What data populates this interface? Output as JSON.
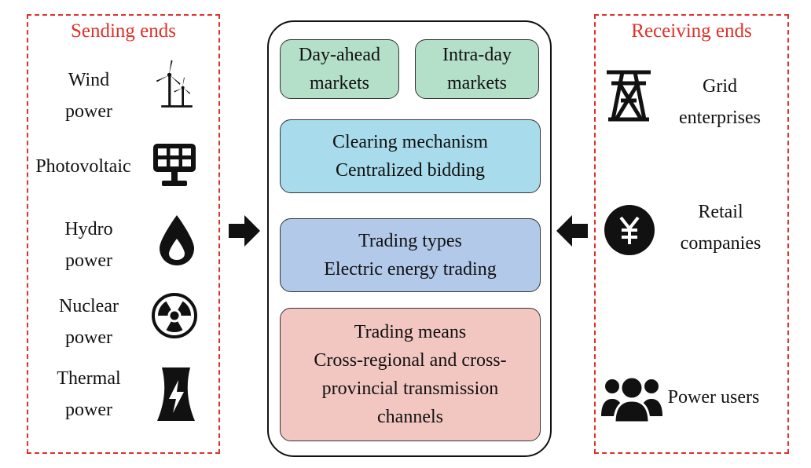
{
  "colors": {
    "dashed_border": "#e0302a",
    "title_red": "#e0302a",
    "markets_fill": "#b4dfc9",
    "clearing_fill": "#a8dcec",
    "types_fill": "#b2c9ea",
    "means_fill": "#f3c7c1",
    "icon": "#111111"
  },
  "sending": {
    "title": "Sending ends",
    "items": [
      {
        "line1": "Wind",
        "line2": "power",
        "icon": "wind-turbine-icon"
      },
      {
        "line1": "Photovoltaic",
        "line2": "",
        "icon": "solar-panel-icon"
      },
      {
        "line1": "Hydro",
        "line2": "power",
        "icon": "water-drop-icon"
      },
      {
        "line1": "Nuclear",
        "line2": "power",
        "icon": "radiation-icon"
      },
      {
        "line1": "Thermal",
        "line2": "power",
        "icon": "power-plant-icon"
      }
    ]
  },
  "center": {
    "markets": {
      "day_ahead_1": "Day-ahead",
      "day_ahead_2": "markets",
      "intra_day_1": "Intra-day",
      "intra_day_2": "markets"
    },
    "clearing": {
      "line1": "Clearing mechanism",
      "line2": "Centralized bidding"
    },
    "types": {
      "line1": "Trading types",
      "line2": "Electric energy trading"
    },
    "means": {
      "line1": "Trading means",
      "line2": "Cross-regional and cross-",
      "line3": "provincial transmission",
      "line4": "channels"
    }
  },
  "receiving": {
    "title": "Receiving ends",
    "items": [
      {
        "line1": "Grid",
        "line2": "enterprises",
        "icon": "transmission-tower-icon"
      },
      {
        "line1": "Retail",
        "line2": "companies",
        "icon": "yuan-coin-icon"
      },
      {
        "line1": "Power users",
        "line2": "",
        "icon": "users-icon"
      }
    ]
  }
}
